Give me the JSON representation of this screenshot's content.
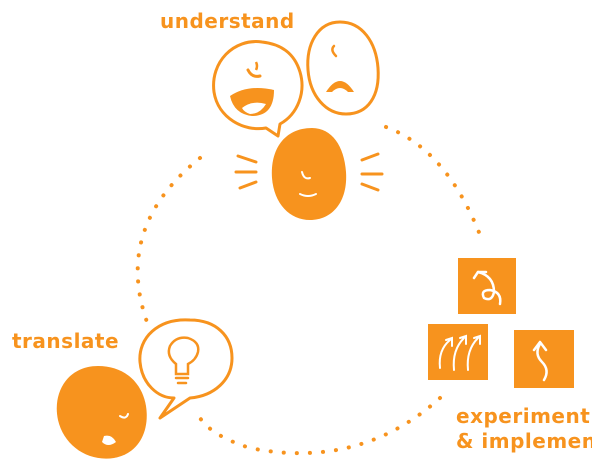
{
  "colors": {
    "accent": "#f7931e",
    "background": "#ffffff"
  },
  "labels": {
    "understand": "understand",
    "translate": "translate",
    "experiment_line1": "experiment",
    "experiment_line2": "& implement"
  },
  "icons": {
    "understand_figure": "head-listening-icon",
    "speech_bubbles": "talking-faces-bubble-icon",
    "translate_figure": "head-thinking-icon",
    "idea_bubble": "lightbulb-thought-bubble-icon",
    "experiment_tiles": [
      "curly-arrow-tile-icon",
      "parallel-arrows-tile-icon",
      "wavy-arrow-tile-icon"
    ]
  }
}
